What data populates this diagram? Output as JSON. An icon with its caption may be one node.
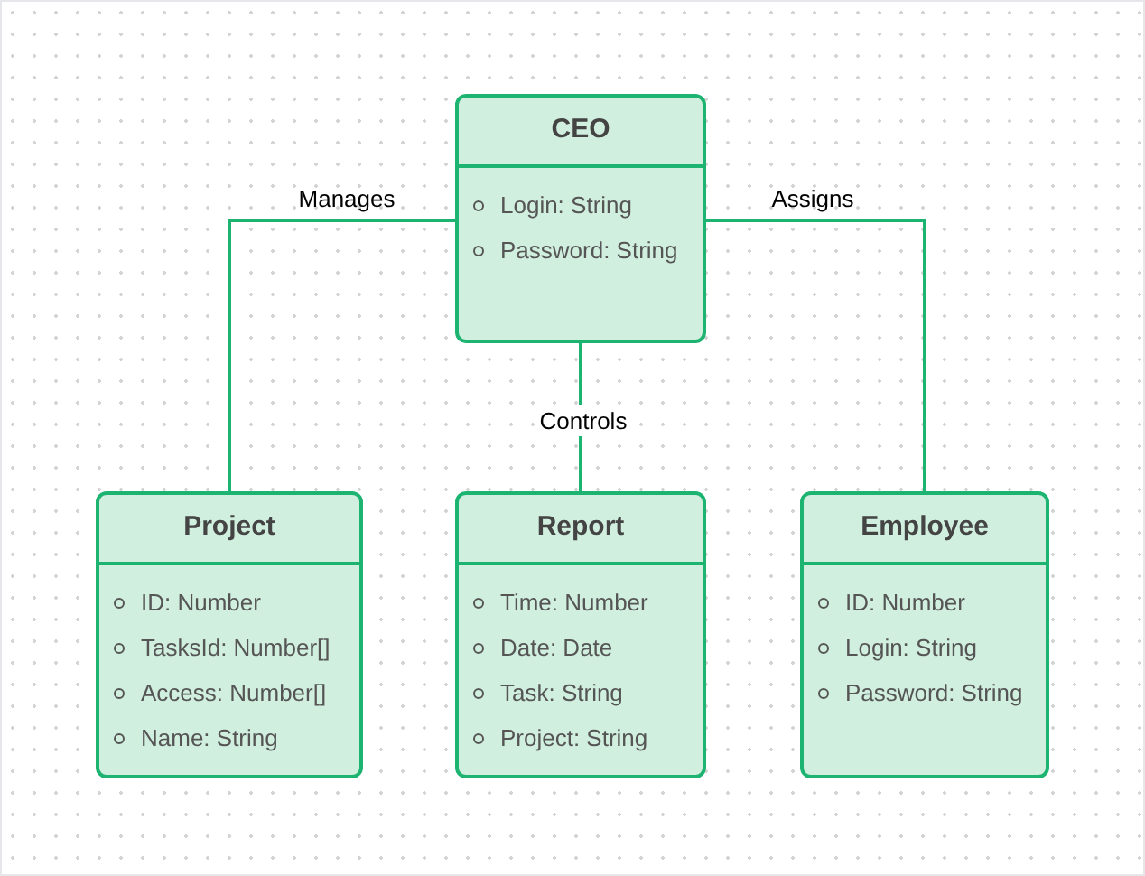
{
  "diagram": {
    "nodes": [
      {
        "text": [
          "CEO",
          "Login: String",
          "Password: String"
        ]
      },
      {
        "text": [
          "Project",
          "ID: Number",
          "TasksId: Number[]",
          "Access: Number[]",
          "Name: String"
        ]
      },
      {
        "text": [
          "Report",
          "Time: Number",
          "Date: Date",
          "Task: String",
          "Project: String"
        ]
      },
      {
        "text": [
          "Employee",
          "ID: Number",
          "Login: String",
          "Password: String"
        ]
      }
    ],
    "edges": [
      {
        "from": 0,
        "to": 1,
        "arrow": "none",
        "label": "Manages"
      },
      {
        "from": 0,
        "to": 2,
        "arrow": "none",
        "label": "Controls"
      },
      {
        "from": 0,
        "to": 3,
        "arrow": "none",
        "label": "Assigns"
      }
    ]
  }
}
